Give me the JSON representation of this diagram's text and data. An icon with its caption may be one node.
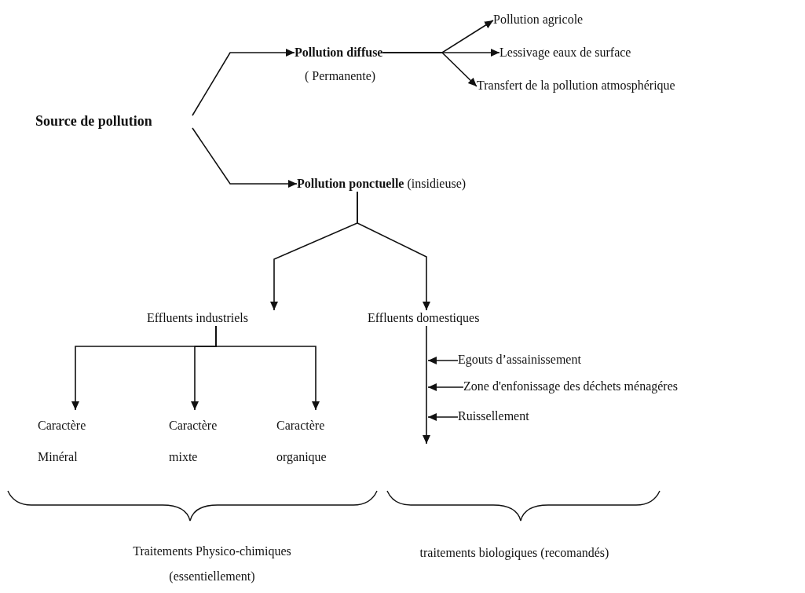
{
  "diagram": {
    "nodes": [
      {
        "text": [
          "Source de pollution"
        ]
      },
      {
        "text": [
          "Pollution diffuse",
          "( Permanente)"
        ]
      },
      {
        "text": [
          "Pollution agricole"
        ]
      },
      {
        "text": [
          "Lessivage eaux de surface"
        ]
      },
      {
        "text": [
          "Transfert de la pollution atmosphérique"
        ]
      },
      {
        "text": [
          "**Pollution ponctuelle** (insidieuse)"
        ]
      },
      {
        "text": [
          "Effluents industriels"
        ]
      },
      {
        "text": [
          "Effluents domestiques"
        ]
      },
      {
        "text": [
          "Caractère Minéral"
        ]
      },
      {
        "text": [
          "Caractère mixte"
        ]
      },
      {
        "text": [
          "Caractère organique"
        ]
      },
      {
        "text": [
          "Egouts d’assainissement"
        ]
      },
      {
        "text": [
          "Zone d'enfonissage des déchets ménagéres"
        ]
      },
      {
        "text": [
          "Ruissellement"
        ]
      }
    ],
    "edges": [
      {
        "from": 0,
        "to": 1,
        "arrow": "to"
      },
      {
        "from": 0,
        "to": 5,
        "arrow": "to"
      },
      {
        "from": 1,
        "to": 2,
        "arrow": "to"
      },
      {
        "from": 1,
        "to": 3,
        "arrow": "to"
      },
      {
        "from": 1,
        "to": 4,
        "arrow": "to"
      },
      {
        "from": 5,
        "to": 6,
        "arrow": "to"
      },
      {
        "from": 5,
        "to": 7,
        "arrow": "to"
      },
      {
        "from": 6,
        "to": 8,
        "arrow": "to"
      },
      {
        "from": 6,
        "to": 9,
        "arrow": "to"
      },
      {
        "from": 6,
        "to": 10,
        "arrow": "to"
      },
      {
        "from": 7,
        "to": null,
        "arrow": "to"
      },
      {
        "from": 11,
        "to": null,
        "arrow": "to"
      },
      {
        "from": 12,
        "to": null,
        "arrow": "to"
      },
      {
        "from": 13,
        "to": null,
        "arrow": "to"
      }
    ],
    "labels": [
      "Traitements Physico-chimiques (essentiellement)",
      "traitements biologiques (recomandés)"
    ]
  }
}
